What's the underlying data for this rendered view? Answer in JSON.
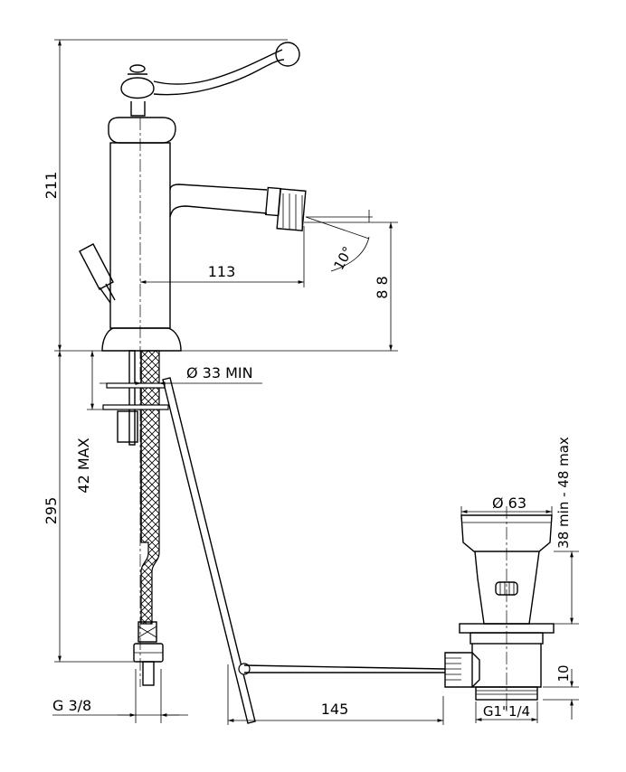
{
  "dimensions": {
    "total_height": "211",
    "spout_reach": "113",
    "spout_height": "8 8",
    "spray_angle": "10°",
    "hole_diameter": "Ø 33  MIN",
    "max_thickness": "42 MAX",
    "hose_length": "295",
    "hose_thread": "G 3/8",
    "rod_length": "145",
    "waste_diameter": "Ø 63",
    "waste_range": "38 min - 48 max",
    "waste_offset": "10",
    "waste_thread": "G1\"1/4"
  }
}
